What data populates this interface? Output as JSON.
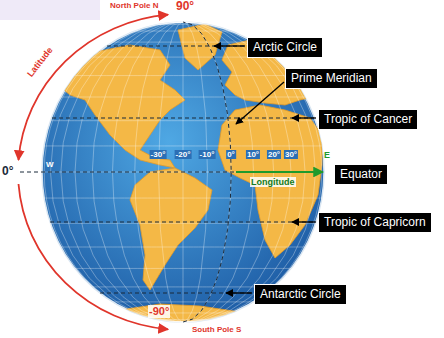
{
  "diagram": {
    "nodes": [
      {
        "text": [
          "Arctic Circle"
        ]
      },
      {
        "text": [
          "Prime Meridian"
        ]
      },
      {
        "text": [
          "Tropic of Cancer"
        ]
      },
      {
        "text": [
          "Equator"
        ]
      },
      {
        "text": [
          "Tropic of Capricorn"
        ]
      },
      {
        "text": [
          "Antarctic Circle"
        ]
      }
    ],
    "labels": [
      "North Pole N",
      "90°",
      "Latitude",
      "0°",
      "W",
      "E",
      "-30°",
      "-20°",
      "-10°",
      "0°",
      "10°",
      "20°",
      "30°",
      "Longitude",
      "-90°",
      "South Pole S"
    ]
  }
}
